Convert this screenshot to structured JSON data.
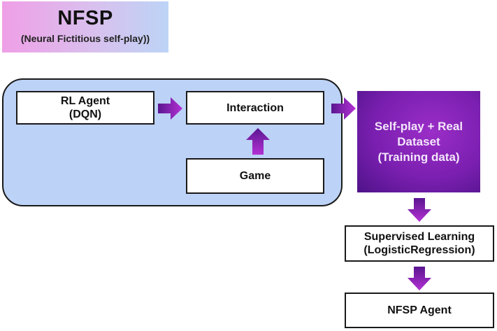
{
  "title": {
    "main": "NFSP",
    "subtitle": "(Neural Fictitious self-play))"
  },
  "nodes": {
    "rl_agent": {
      "line1": "RL Agent",
      "line2": "(DQN)"
    },
    "interaction": {
      "label": "Interaction"
    },
    "game": {
      "label": "Game"
    },
    "dataset": {
      "line1": "Self-play + Real",
      "line2": "Dataset",
      "line3": "(Training data)"
    },
    "supervised": {
      "line1": "Supervised Learning",
      "line2": "(LogisticRegression)"
    },
    "nfsp_agent": {
      "label": "NFSP Agent"
    }
  },
  "edges": [
    {
      "from": "rl_agent",
      "to": "interaction"
    },
    {
      "from": "game",
      "to": "interaction"
    },
    {
      "from": "interaction",
      "to": "dataset"
    },
    {
      "from": "dataset",
      "to": "supervised"
    },
    {
      "from": "supervised",
      "to": "nfsp_agent"
    }
  ],
  "colors": {
    "arrow_start": "#5a1690",
    "arrow_end": "#b02fd0",
    "container_fill": "#bcd2f6",
    "dataset_fill": "#7a1fb0"
  }
}
